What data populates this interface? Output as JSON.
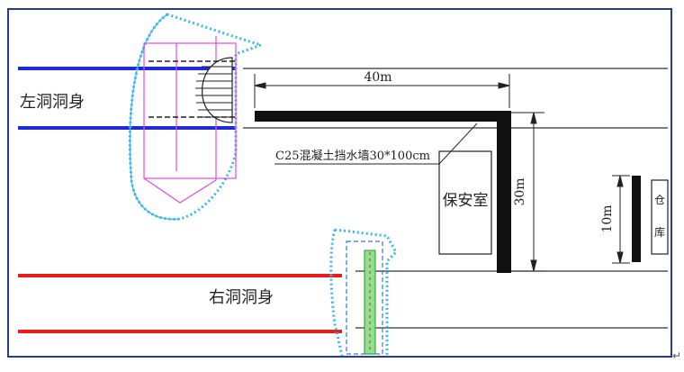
{
  "labels": {
    "left_tunnel": "左洞洞身",
    "right_tunnel": "右洞洞身",
    "wall_spec": "C25混凝土挡水墙30*100cm",
    "guard_room": "保安室",
    "warehouse": "仓库",
    "warehouse_char_1": "仓",
    "warehouse_char_2": "库",
    "dim_40": "40m",
    "dim_30": "30m",
    "dim_10": "10m",
    "trailing_mark": "↵"
  },
  "colors": {
    "left_tunnel_line": "#1f2bd6",
    "right_tunnel_line": "#e81e1e",
    "portal_outline": "#37b7ea",
    "portal_inner": "#e24bdc",
    "wall": "#111111",
    "frame_border": "#2a3a8c"
  }
}
